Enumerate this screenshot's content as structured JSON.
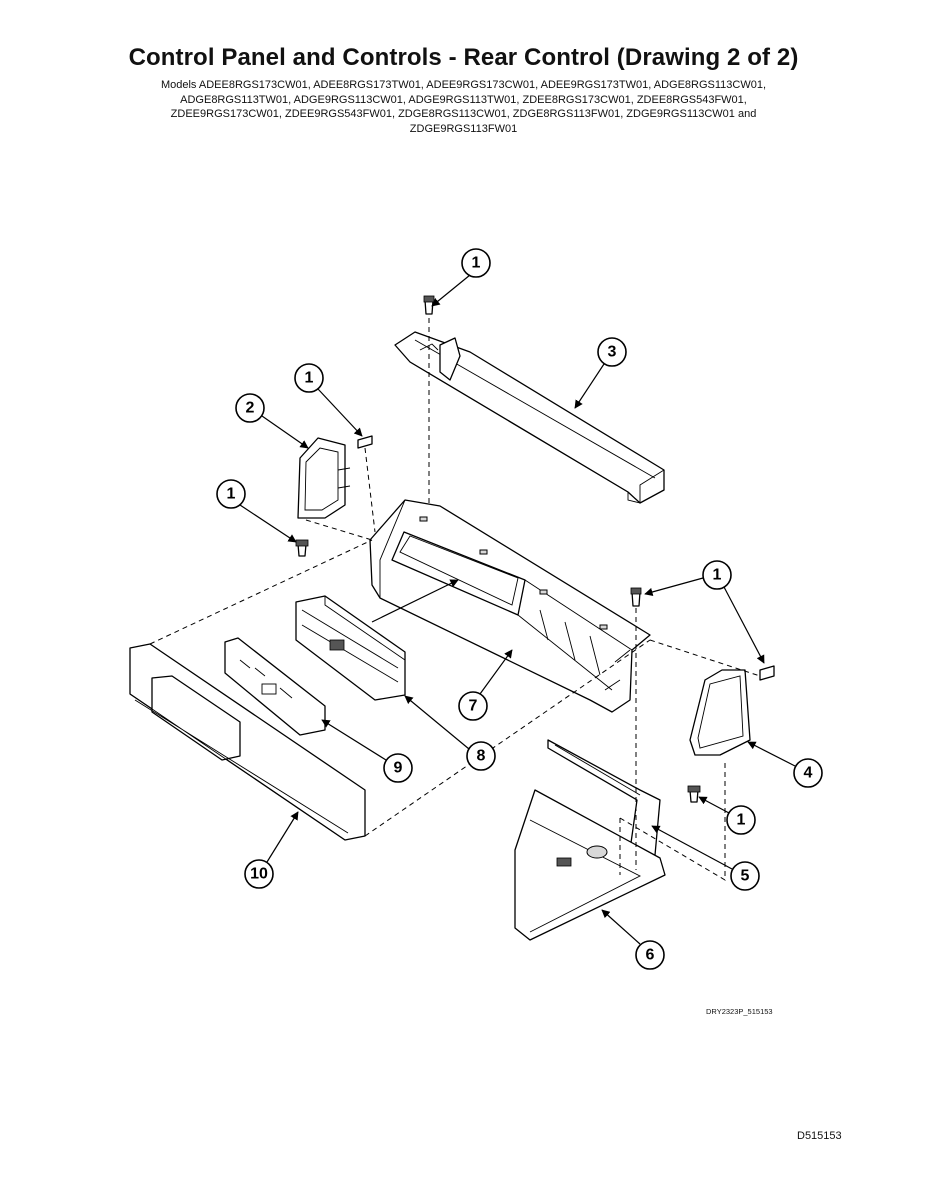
{
  "title": "Control Panel and Controls - Rear Control (Drawing 2 of 2)",
  "models_lines": [
    "Models ADEE8RGS173CW01, ADEE8RGS173TW01, ADEE9RGS173CW01, ADEE9RGS173TW01, ADGE8RGS113CW01,",
    "ADGE8RGS113TW01, ADGE9RGS113CW01, ADGE9RGS113TW01, ZDEE8RGS173CW01, ZDEE8RGS543FW01,",
    "ZDEE9RGS173CW01, ZDEE9RGS543FW01, ZDGE8RGS113CW01, ZDGE8RGS113FW01, ZDGE9RGS113CW01 and",
    "ZDGE9RGS113FW01"
  ],
  "callouts": [
    {
      "id": "c1a",
      "label": "1"
    },
    {
      "id": "c1b",
      "label": "1"
    },
    {
      "id": "c1c",
      "label": "1"
    },
    {
      "id": "c1d",
      "label": "1"
    },
    {
      "id": "c1e",
      "label": "1"
    },
    {
      "id": "c2",
      "label": "2"
    },
    {
      "id": "c3",
      "label": "3"
    },
    {
      "id": "c4",
      "label": "4"
    },
    {
      "id": "c5",
      "label": "5"
    },
    {
      "id": "c6",
      "label": "6"
    },
    {
      "id": "c7",
      "label": "7"
    },
    {
      "id": "c8",
      "label": "8"
    },
    {
      "id": "c9",
      "label": "9"
    },
    {
      "id": "c10",
      "label": "10"
    }
  ],
  "drawing_code": "DRY2323P_515153",
  "doc_id": "D515153"
}
